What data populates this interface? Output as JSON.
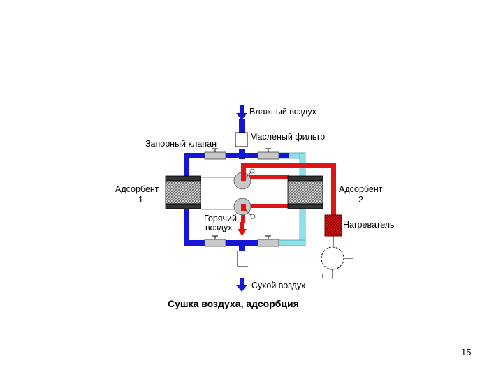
{
  "labels": {
    "wet_air": "Влажный воздух",
    "oil_filter": "Масленый фильтр",
    "shutoff_valve": "Запорный клапан",
    "adsorbent1_line1": "Адсорбент",
    "adsorbent1_line2": "1",
    "adsorbent2_line1": "Адсорбент",
    "adsorbent2_line2": "2",
    "hot_air_line1": "Горячий",
    "hot_air_line2": "воздух",
    "heater": "Нагреватель",
    "dry_air": "Сухой воздух"
  },
  "caption": "Сушка воздуха, адсорбция",
  "page_number": "15",
  "colors": {
    "dry_flow": "#1515d6",
    "regeneration_flow": "#e01414",
    "purge_flow": "#8fe0e8",
    "hatch_fill": "#b8b8b8",
    "valve_gray": "#c8c8c8"
  },
  "icons": [
    "down-arrow-icon",
    "hatched-adsorber-icon",
    "valve-icon",
    "fan-icon",
    "heater-icon"
  ]
}
